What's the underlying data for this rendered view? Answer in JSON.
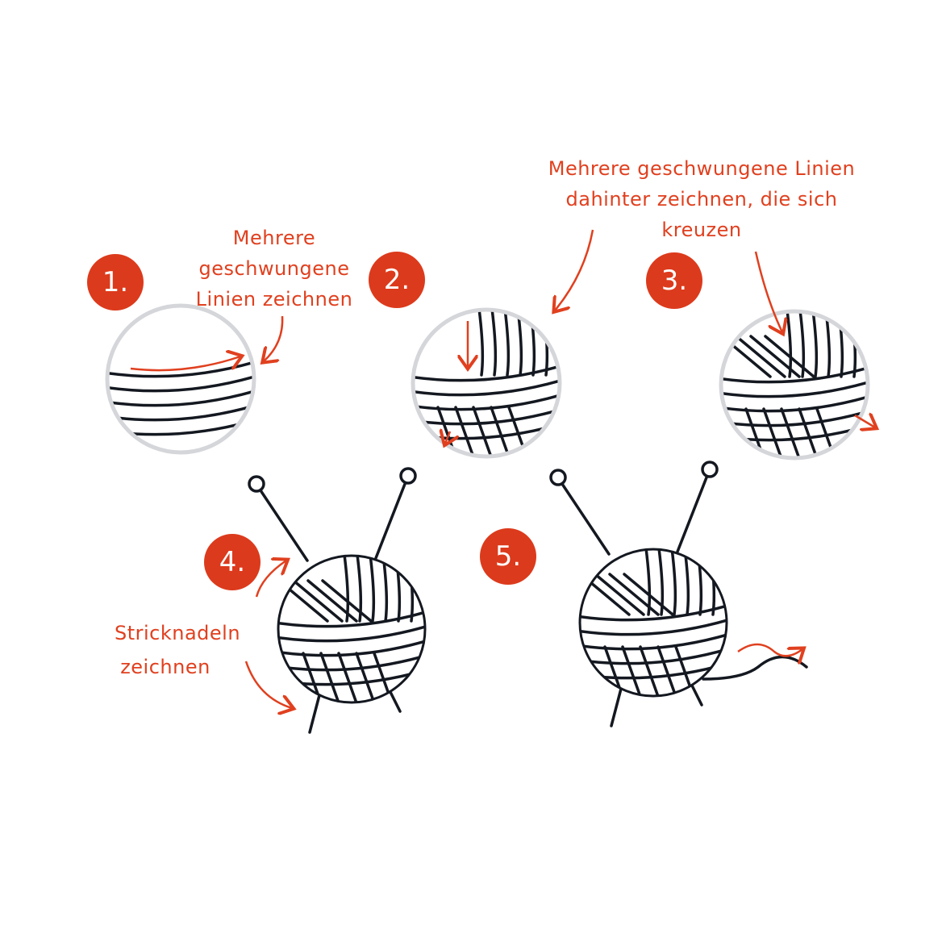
{
  "colors": {
    "accent": "#dc3a1c",
    "ink": "#141820",
    "outline": "#d5d6da"
  },
  "steps": [
    {
      "number": "1.",
      "caption": [
        "Mehrere",
        "geschwungene",
        "Linien zeichnen"
      ]
    },
    {
      "number": "2."
    },
    {
      "number": "3.",
      "caption": [
        "Mehrere geschwungene Linien",
        "dahinter zeichnen, die sich",
        "kreuzen"
      ]
    },
    {
      "number": "4.",
      "caption": [
        "Stricknadeln",
        "zeichnen"
      ]
    },
    {
      "number": "5."
    }
  ]
}
